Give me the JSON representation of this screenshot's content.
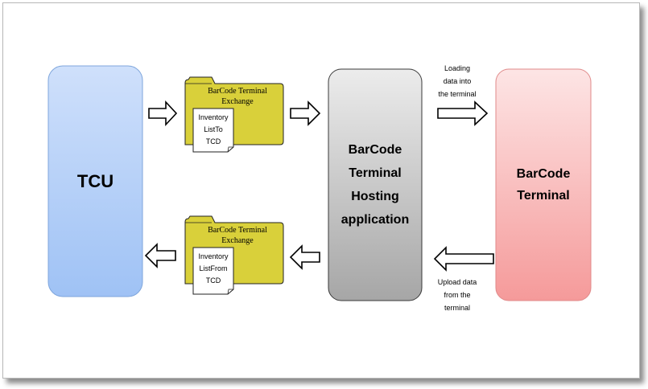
{
  "nodes": {
    "tcu": "TCU",
    "hosting_app": [
      "BarCode",
      "Terminal",
      "Hosting",
      "application"
    ],
    "barcode_terminal": [
      "BarCode",
      "Terminal"
    ]
  },
  "folders": {
    "top": {
      "title": [
        "BarCode Terminal",
        "Exchange"
      ],
      "document": [
        "Inventory",
        "ListTo",
        "TCD"
      ]
    },
    "bottom": {
      "title": [
        "BarCode Terminal",
        "Exchange"
      ],
      "document": [
        "Inventory",
        "ListFrom",
        "TCD"
      ]
    }
  },
  "notes": {
    "loading": [
      "Loading",
      "data into",
      "the terminal"
    ],
    "upload": [
      "Upload data",
      "from the",
      "terminal"
    ]
  },
  "colors": {
    "tcu_fill_top": "#cfe0fb",
    "tcu_fill_bottom": "#9fc2f5",
    "host_fill_top": "#ececec",
    "host_fill_bottom": "#a6a6a6",
    "terminal_fill_top": "#fde5e5",
    "terminal_fill_bottom": "#f59a9a",
    "folder_fill": "#d9d03a",
    "document_fill": "#ffffff"
  },
  "icons": [
    "block-arrow-right",
    "block-arrow-left",
    "folder-icon",
    "document-icon"
  ]
}
